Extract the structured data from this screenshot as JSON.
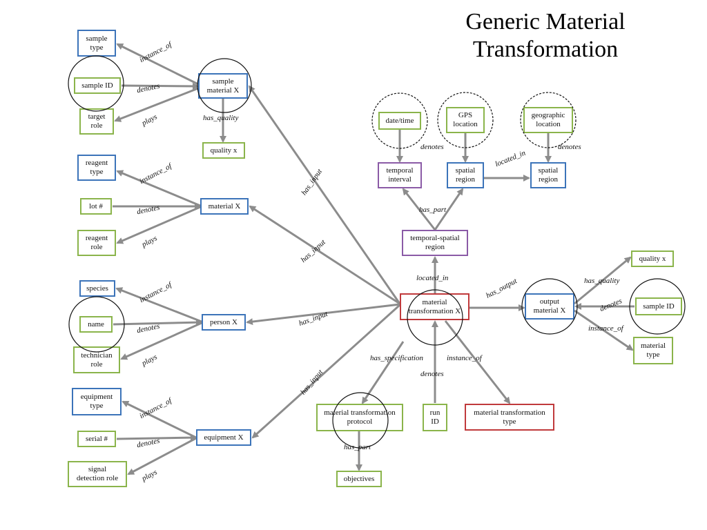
{
  "title": "Generic Material Transformation",
  "colors": {
    "blue": "#3b73b9",
    "green": "#8ab44a",
    "purple": "#8a5aa6",
    "red": "#c0393b",
    "arrow": "#8c8c8c"
  },
  "nodes": {
    "sample_type": "sample\ntype",
    "sample_id_left": "sample ID",
    "target_role": "target\nrole",
    "sample_material": "sample\nmaterial X",
    "quality_left": "quality x",
    "reagent_type": "reagent\ntype",
    "lot": "lot #",
    "reagent_role": "reagent\nrole",
    "material": "material X",
    "species": "species",
    "name": "name",
    "technician_role": "technician\nrole",
    "person": "person X",
    "equipment_type": "equipment\ntype",
    "serial": "serial #",
    "signal_role": "signal\ndetection role",
    "equipment": "equipment X",
    "date_time": "date/time",
    "gps": "GPS\nlocation",
    "geo": "geographic\nlocation",
    "temporal_interval": "temporal\ninterval",
    "spatial_region_1": "spatial\nregion",
    "spatial_region_2": "spatial\nregion",
    "temporal_spatial": "temporal-spatial\nregion",
    "transformation": "material\ntransformation X",
    "output_material": "output\nmaterial X",
    "quality_right": "quality x",
    "sample_id_right": "sample ID",
    "material_type": "material\ntype",
    "protocol": "material transformation\nprotocol",
    "run_id": "run\nID",
    "transformation_type": "material transformation\ntype",
    "objectives": "objectives"
  },
  "edge_labels": {
    "sample_instance_of": "instance_of",
    "sample_denotes": "denotes",
    "sample_plays": "plays",
    "sample_has_quality": "has_quality",
    "reagent_instance_of": "instance_of",
    "reagent_denotes": "denotes",
    "reagent_plays": "plays",
    "person_instance_of": "instance_of",
    "person_denotes": "denotes",
    "person_plays": "plays",
    "equipment_instance_of": "instance_of",
    "equipment_denotes": "denotes",
    "equipment_plays": "plays",
    "has_input_1": "has_input",
    "has_input_2": "has_input",
    "has_input_3": "has_input",
    "has_input_4": "has_input",
    "denotes_time": "denotes",
    "located_in_top": "located_in",
    "denotes_geo": "denotes",
    "has_part_region": "has_part",
    "located_in_center": "located_in",
    "has_output": "has_output",
    "out_has_quality": "has_quality",
    "out_denotes": "denotes",
    "out_instance_of": "instance_of",
    "has_specification": "has_specification",
    "run_denotes": "denotes",
    "instance_of_type": "instance_of",
    "protocol_has_part": "has_part"
  }
}
